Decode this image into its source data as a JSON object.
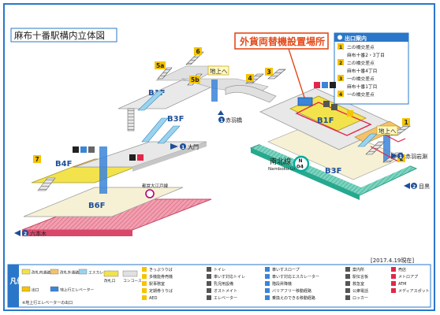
{
  "title": "麻布十番駅構内立体図",
  "callout": "外貨両替機設置場所",
  "date": "[2017.4.19現在]",
  "floors": {
    "b1f_left": "B1F",
    "b3f_left": "B3F",
    "b4f": "B4F",
    "b6f": "B6F",
    "b1f_right": "B1F",
    "b3f_right": "B3F"
  },
  "exits": [
    "1",
    "2",
    "3",
    "4",
    "5a",
    "5b",
    "6",
    "7"
  ],
  "directions": {
    "up_left": "地上へ",
    "up_right": "地上へ",
    "akabanebashi": "赤羽橋",
    "daimon": "大門",
    "roppongi": "六本木",
    "meguro": "目黒",
    "akabane": "赤羽岩淵"
  },
  "lines": {
    "namboku_jp": "南北線",
    "namboku_en": "Namboku Line",
    "badge_letter": "N",
    "badge_number": "04",
    "oedo": "都営大江戸線"
  },
  "exit_guide": {
    "title": "出口案内",
    "entries": [
      {
        "no": "1",
        "text": "二の橋交差点"
      },
      {
        "no": "",
        "text": "麻布十番2・3丁目"
      },
      {
        "no": "2",
        "text": "二の橋交差点"
      },
      {
        "no": "",
        "text": "麻布十番4丁目"
      },
      {
        "no": "3",
        "text": "一の橋交差点"
      },
      {
        "no": "",
        "text": "麻布十番1丁目"
      },
      {
        "no": "4",
        "text": "一の橋交差点"
      }
    ]
  },
  "legend": {
    "title": "凡例",
    "col1": [
      {
        "label": "改札内通路",
        "color": "#f2e34c"
      },
      {
        "label": "改札外通路",
        "color": "#f4c26b"
      },
      {
        "label": "エスカレーター",
        "color": "#9ad3f0"
      },
      {
        "label": "出口",
        "color": "#f5c400"
      },
      {
        "label": "地上行エレベーター",
        "color": "#3b84d8"
      }
    ],
    "col1_note": "※地上行エレベーターの出口",
    "col2_top": [
      "改札口",
      "コンコース"
    ],
    "col3": [
      "きっぷうりば",
      "多機能券売機",
      "駅事務室",
      "定期券うりば",
      "AED"
    ],
    "col4": [
      "トイレ",
      "車いす対応トイレ",
      "乳児用設備",
      "オストメイト",
      "エレベーター"
    ],
    "col5": [
      "車いすスロープ",
      "車いす対応エスカレーター",
      "階段昇降機",
      "バリアフリー移動経路",
      "乗換えのできる移動経路"
    ],
    "col6": [
      "案内所",
      "駅伝言板",
      "救急室",
      "公衆電話",
      "ロッカー"
    ],
    "col7": [
      "売店",
      "メトロアプ",
      "ATM",
      "メディアスポット"
    ]
  }
}
